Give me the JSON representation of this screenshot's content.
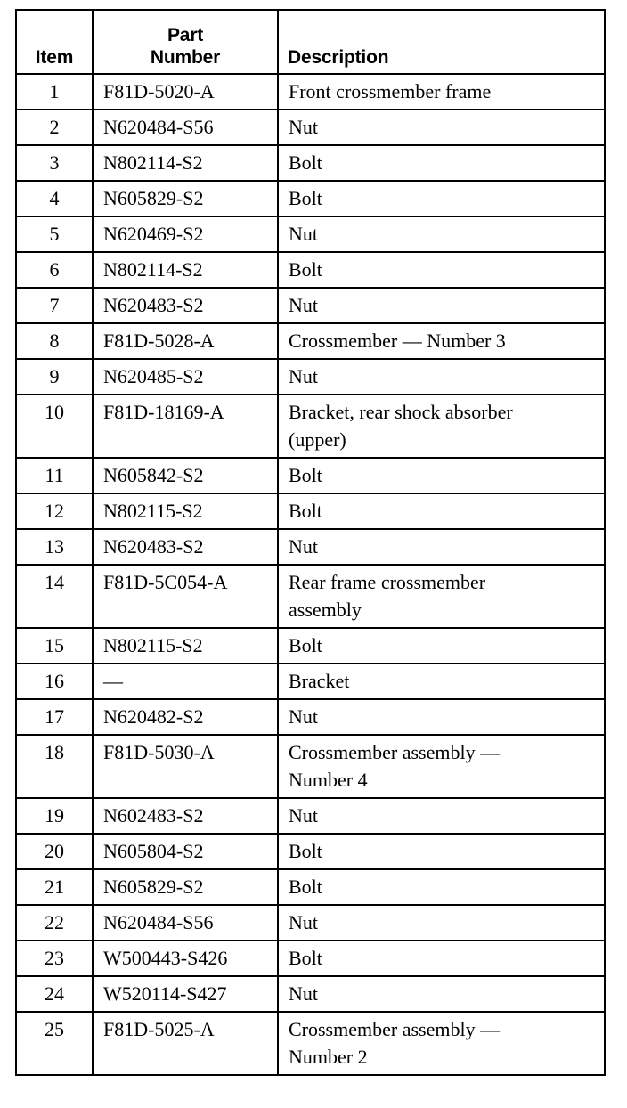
{
  "table": {
    "columns": [
      {
        "key": "item",
        "label_lines": [
          "Item"
        ]
      },
      {
        "key": "part",
        "label_lines": [
          "Part",
          "Number"
        ]
      },
      {
        "key": "desc",
        "label_lines": [
          "Description"
        ]
      }
    ],
    "rows": [
      {
        "item": "1",
        "part": "F81D-5020-A",
        "desc_lines": [
          "Front crossmember frame"
        ]
      },
      {
        "item": "2",
        "part": "N620484-S56",
        "desc_lines": [
          "Nut"
        ]
      },
      {
        "item": "3",
        "part": "N802114-S2",
        "desc_lines": [
          "Bolt"
        ]
      },
      {
        "item": "4",
        "part": "N605829-S2",
        "desc_lines": [
          "Bolt"
        ]
      },
      {
        "item": "5",
        "part": "N620469-S2",
        "desc_lines": [
          "Nut"
        ]
      },
      {
        "item": "6",
        "part": "N802114-S2",
        "desc_lines": [
          "Bolt"
        ]
      },
      {
        "item": "7",
        "part": "N620483-S2",
        "desc_lines": [
          "Nut"
        ]
      },
      {
        "item": "8",
        "part": "F81D-5028-A",
        "desc_lines": [
          "Crossmember — Number 3"
        ]
      },
      {
        "item": "9",
        "part": "N620485-S2",
        "desc_lines": [
          "Nut"
        ]
      },
      {
        "item": "10",
        "part": "F81D-18169-A",
        "desc_lines": [
          "Bracket, rear shock absorber",
          "(upper)"
        ]
      },
      {
        "item": "11",
        "part": "N605842-S2",
        "desc_lines": [
          "Bolt"
        ]
      },
      {
        "item": "12",
        "part": "N802115-S2",
        "desc_lines": [
          "Bolt"
        ]
      },
      {
        "item": "13",
        "part": "N620483-S2",
        "desc_lines": [
          "Nut"
        ]
      },
      {
        "item": "14",
        "part": "F81D-5C054-A",
        "desc_lines": [
          "Rear frame crossmember",
          "assembly"
        ]
      },
      {
        "item": "15",
        "part": "N802115-S2",
        "desc_lines": [
          "Bolt"
        ]
      },
      {
        "item": "16",
        "part": "—",
        "desc_lines": [
          "Bracket"
        ]
      },
      {
        "item": "17",
        "part": "N620482-S2",
        "desc_lines": [
          "Nut"
        ]
      },
      {
        "item": "18",
        "part": "F81D-5030-A",
        "desc_lines": [
          "Crossmember assembly —",
          "Number 4"
        ]
      },
      {
        "item": "19",
        "part": "N602483-S2",
        "desc_lines": [
          "Nut"
        ]
      },
      {
        "item": "20",
        "part": "N605804-S2",
        "desc_lines": [
          "Bolt"
        ]
      },
      {
        "item": "21",
        "part": "N605829-S2",
        "desc_lines": [
          "Bolt"
        ]
      },
      {
        "item": "22",
        "part": "N620484-S56",
        "desc_lines": [
          "Nut"
        ]
      },
      {
        "item": "23",
        "part": "W500443-S426",
        "desc_lines": [
          "Bolt"
        ]
      },
      {
        "item": "24",
        "part": "W520114-S427",
        "desc_lines": [
          "Nut"
        ]
      },
      {
        "item": "25",
        "part": "F81D-5025-A",
        "desc_lines": [
          "Crossmember assembly —",
          "Number 2"
        ]
      }
    ]
  },
  "colors": {
    "ink": "#000000",
    "paper": "#ffffff"
  }
}
